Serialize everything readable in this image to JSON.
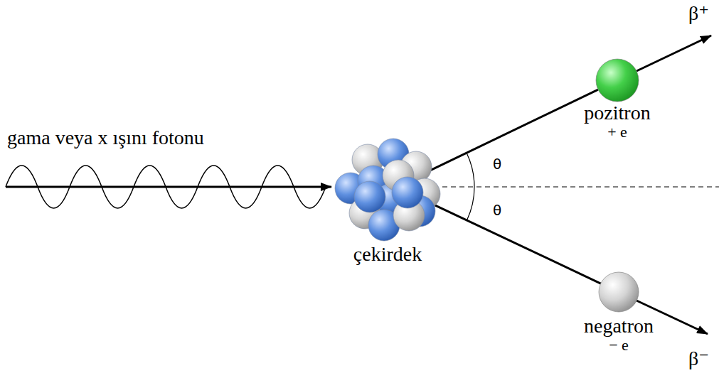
{
  "diagram": {
    "nodes": [
      {
        "text": [
          "çekirdek"
        ]
      },
      {
        "text": [
          "pozitron",
          "+ e"
        ]
      },
      {
        "text": [
          "negatron",
          "− e"
        ]
      }
    ],
    "edges": [
      {
        "from": 0,
        "to": 1,
        "arrow": "none"
      },
      {
        "from": 0,
        "to": 2,
        "arrow": "none"
      }
    ],
    "labels": [
      "gama veya x ışını fotonu",
      "β⁺",
      "θ",
      "θ",
      "β⁻"
    ]
  }
}
